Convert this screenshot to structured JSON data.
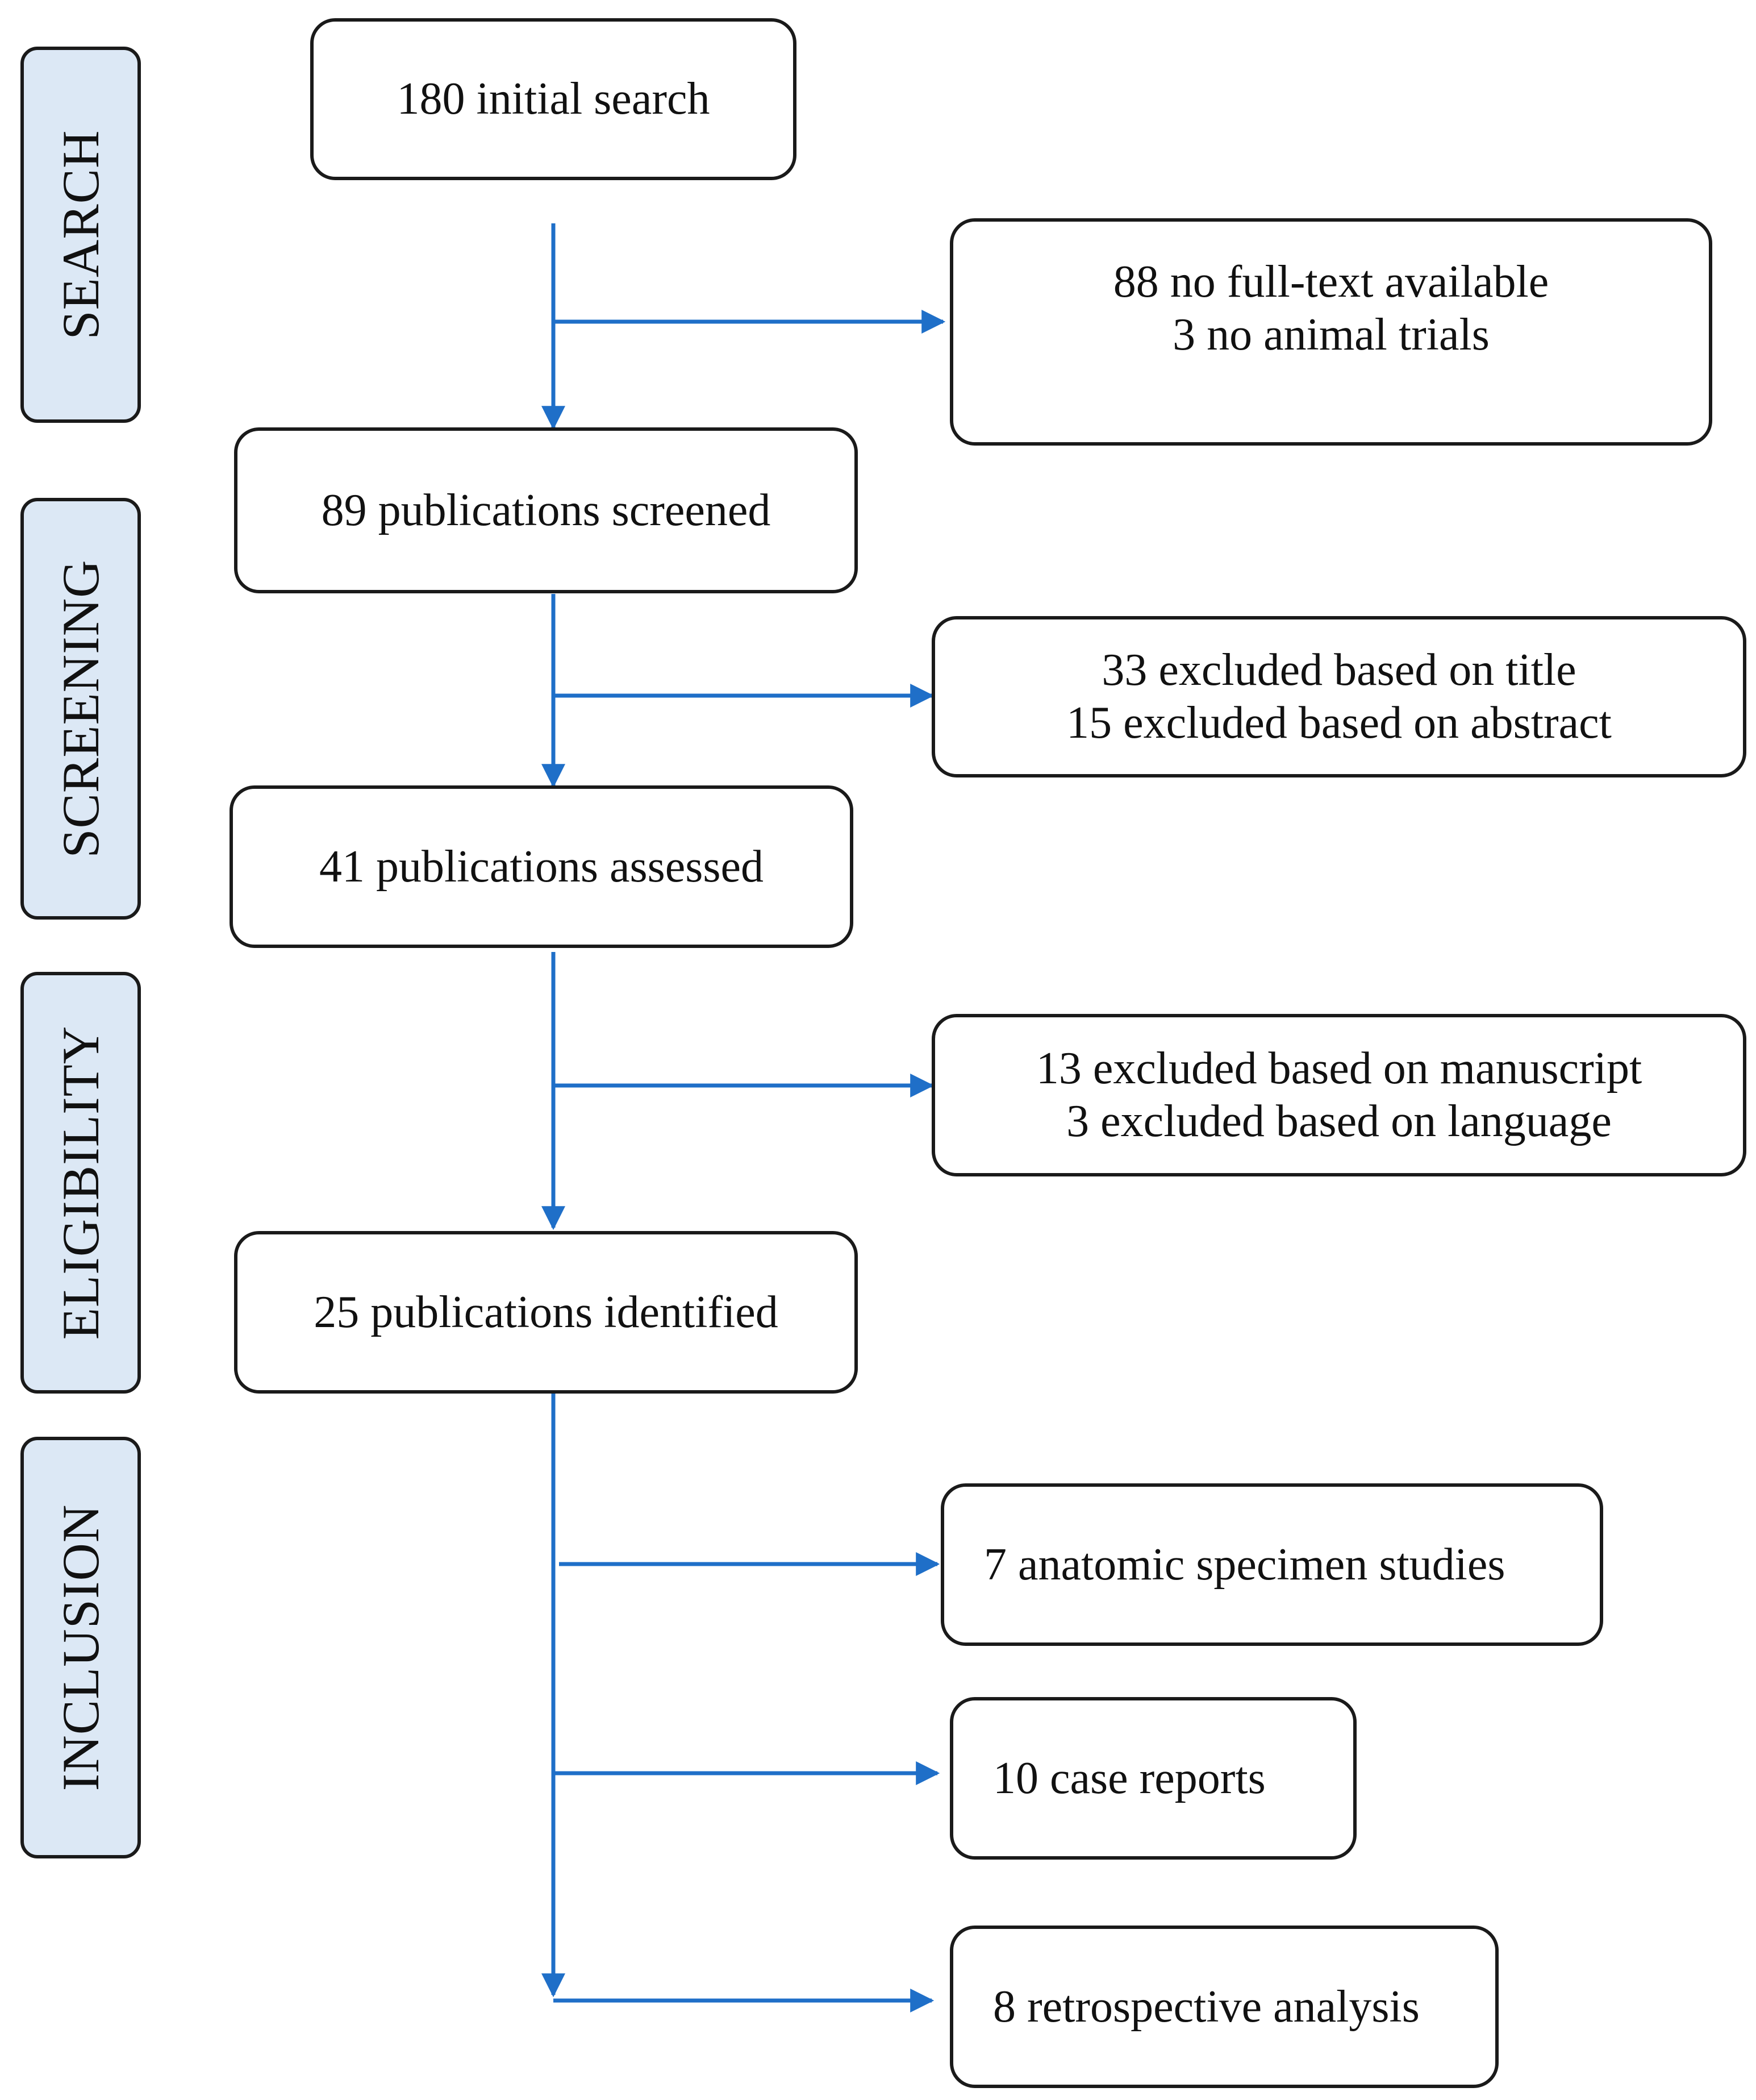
{
  "stages": {
    "search": "SEARCH",
    "screening": "SCREENING",
    "eligibility": "ELIGIBILITY",
    "inclusion": "INCLUSION"
  },
  "main_flow": {
    "initial_search": "180 initial search",
    "screened": "89 publications screened",
    "assessed": "41 publications assessed",
    "identified": "25 publications identified"
  },
  "exclusions": {
    "search": [
      "88 no full-text available",
      "3 no animal trials"
    ],
    "screening": [
      "33 excluded based on title",
      "15 excluded based on abstract"
    ],
    "eligibility": [
      "13 excluded based on manuscript",
      "3 excluded based on language"
    ]
  },
  "included": {
    "specimen": "7 anatomic specimen studies",
    "case_reports": "10 case reports",
    "retrospective": "8 retrospective analysis"
  },
  "colors": {
    "arrow": "#1f6fc8",
    "stage_fill": "#dce8f5",
    "border": "#1a1a1a"
  }
}
